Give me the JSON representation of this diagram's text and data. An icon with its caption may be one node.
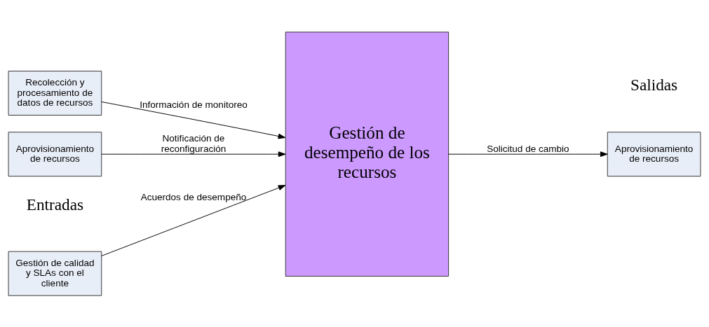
{
  "diagram": {
    "nodes": [
      {
        "text": [
          "Gestión de calidad y SLAs con el cliente"
        ]
      },
      {
        "text": [
          "Recolección y procesamiento de datos de recursos"
        ]
      },
      {
        "text": [
          "Aprovisionamiento de recursos"
        ]
      },
      {
        "text": [
          "Gestión de desempeño de los recursos"
        ]
      },
      {
        "text": [
          "Aprovisionamiento de recursos"
        ]
      }
    ],
    "edges": [
      {
        "from": 0,
        "to": 3,
        "arrow": "to",
        "label": "Acuerdos de desempeño"
      },
      {
        "from": 1,
        "to": 3,
        "arrow": "to",
        "label": "Información de monitoreo"
      },
      {
        "from": 2,
        "to": 3,
        "arrow": "to",
        "label": "Notificación de reconfiguración"
      },
      {
        "from": 3,
        "to": 4,
        "arrow": "to",
        "label": "Solicitud de cambio"
      }
    ],
    "labels": [
      "Entradas",
      "Salidas"
    ]
  }
}
